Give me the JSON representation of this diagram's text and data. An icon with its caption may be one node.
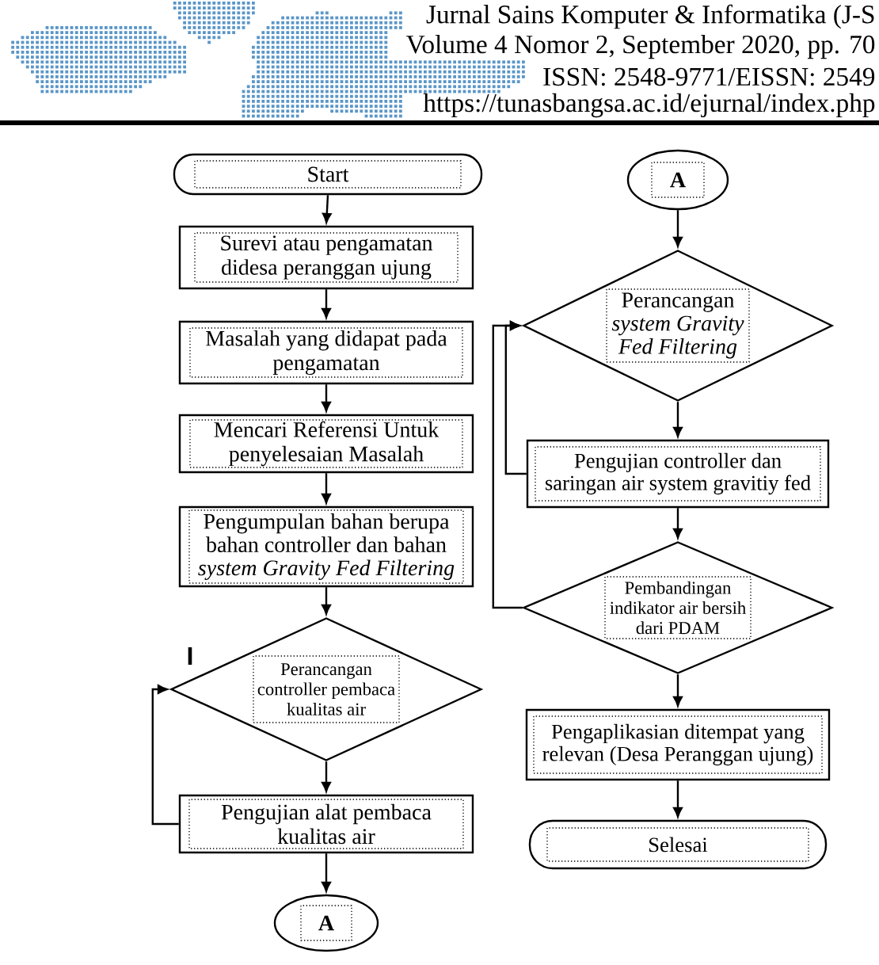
{
  "diagram": {
    "nodes": [
      {
        "text": [
          "Start"
        ]
      },
      {
        "text": [
          "Surevi atau pengamatan didesa peranggan ujung"
        ]
      },
      {
        "text": [
          "Masalah yang didapat pada pengamatan"
        ]
      },
      {
        "text": [
          "Mencari Referensi Untuk penyelesaian Masalah"
        ]
      },
      {
        "text": [
          "Pengumpulan bahan berupa bahan controller dan bahan *system Gravity Fed Filtering*"
        ]
      },
      {
        "text": [
          "Perancangan controller pembaca kualitas air"
        ]
      },
      {
        "text": [
          "Pengujian alat pembaca kualitas air"
        ]
      },
      {
        "text": [
          "A"
        ]
      },
      {
        "text": [
          "A"
        ]
      },
      {
        "text": [
          "Perancangan *system Gravity Fed Filtering*"
        ]
      },
      {
        "text": [
          "Pengujian controller dan saringan air system gravitiy fed"
        ]
      },
      {
        "text": [
          "Pembandingan indikator air bersih dari PDAM"
        ]
      },
      {
        "text": [
          "Pengaplikasian ditempat yang relevan (Desa Peranggan ujung)"
        ]
      },
      {
        "text": [
          "Selesai"
        ]
      }
    ],
    "edges": [
      {
        "from": 0,
        "to": 1,
        "arrow": "to"
      },
      {
        "from": 1,
        "to": 2,
        "arrow": "to"
      },
      {
        "from": 2,
        "to": 3,
        "arrow": "to"
      },
      {
        "from": 3,
        "to": 4,
        "arrow": "to"
      },
      {
        "from": 4,
        "to": 5,
        "arrow": "to"
      },
      {
        "from": 5,
        "to": 6,
        "arrow": "to"
      },
      {
        "from": 6,
        "to": 5,
        "arrow": "to"
      },
      {
        "from": 6,
        "to": 7,
        "arrow": "to"
      },
      {
        "from": 8,
        "to": 9,
        "arrow": "to"
      },
      {
        "from": 9,
        "to": 10,
        "arrow": "to"
      },
      {
        "from": 10,
        "to": 11,
        "arrow": "to"
      },
      {
        "from": 11,
        "to": 9,
        "arrow": "to"
      },
      {
        "from": 10,
        "to": 9,
        "arrow": "to"
      },
      {
        "from": 11,
        "to": 12,
        "arrow": "to"
      },
      {
        "from": 12,
        "to": 13,
        "arrow": "to"
      }
    ],
    "labels": [
      "Jurnal Sains Komputer & Informatika (J-S",
      "Volume 4 Nomor 2, September 2020, pp. 70",
      "ISSN: 2548-9771/EISSN: 2549",
      "https://tunasbangsa.ac.id/ejurnal/index.php",
      "I"
    ]
  }
}
